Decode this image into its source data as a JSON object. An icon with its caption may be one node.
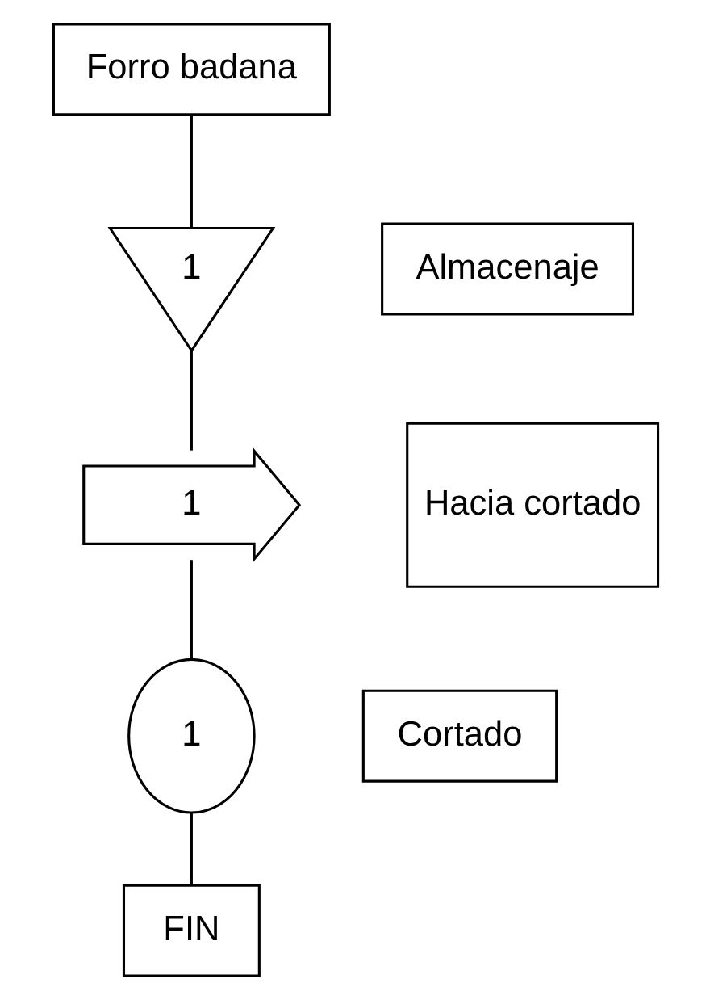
{
  "diagram": {
    "nodes": [
      {
        "text": [
          "Forro badana"
        ]
      },
      {
        "text": [
          "1"
        ]
      },
      {
        "text": [
          "Almacenaje"
        ]
      },
      {
        "text": [
          "1"
        ]
      },
      {
        "text": [
          "Hacia cortado"
        ]
      },
      {
        "text": [
          "1"
        ]
      },
      {
        "text": [
          "Cortado"
        ]
      },
      {
        "text": [
          "FIN"
        ]
      }
    ],
    "edges": [
      {
        "from": 0,
        "to": 1,
        "arrow": "none"
      },
      {
        "from": 1,
        "to": 3,
        "arrow": "none"
      },
      {
        "from": 3,
        "to": 5,
        "arrow": "none"
      },
      {
        "from": 5,
        "to": 7,
        "arrow": "none"
      }
    ]
  }
}
